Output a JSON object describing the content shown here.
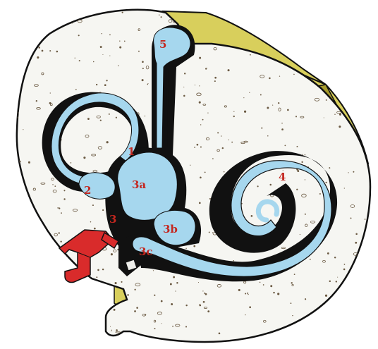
{
  "diagram": {
    "labels": {
      "l1": "1",
      "l2": "2",
      "l3": "3",
      "l3a": "3a",
      "l3b": "3b",
      "l3c": "3c",
      "l4": "4",
      "l5": "5"
    },
    "colors": {
      "bone": "#f6f6f2",
      "outline": "#111111",
      "fluid": "#a6d7ee",
      "membrane": "#111111",
      "dura": "#d8cf5c",
      "dura_dark": "#a69b2c",
      "ossicle": "#d92b2b",
      "label": "#c4271f",
      "speckle": "#6b5a43"
    },
    "icons": {
      "ossicle": "stapes-icon"
    }
  }
}
